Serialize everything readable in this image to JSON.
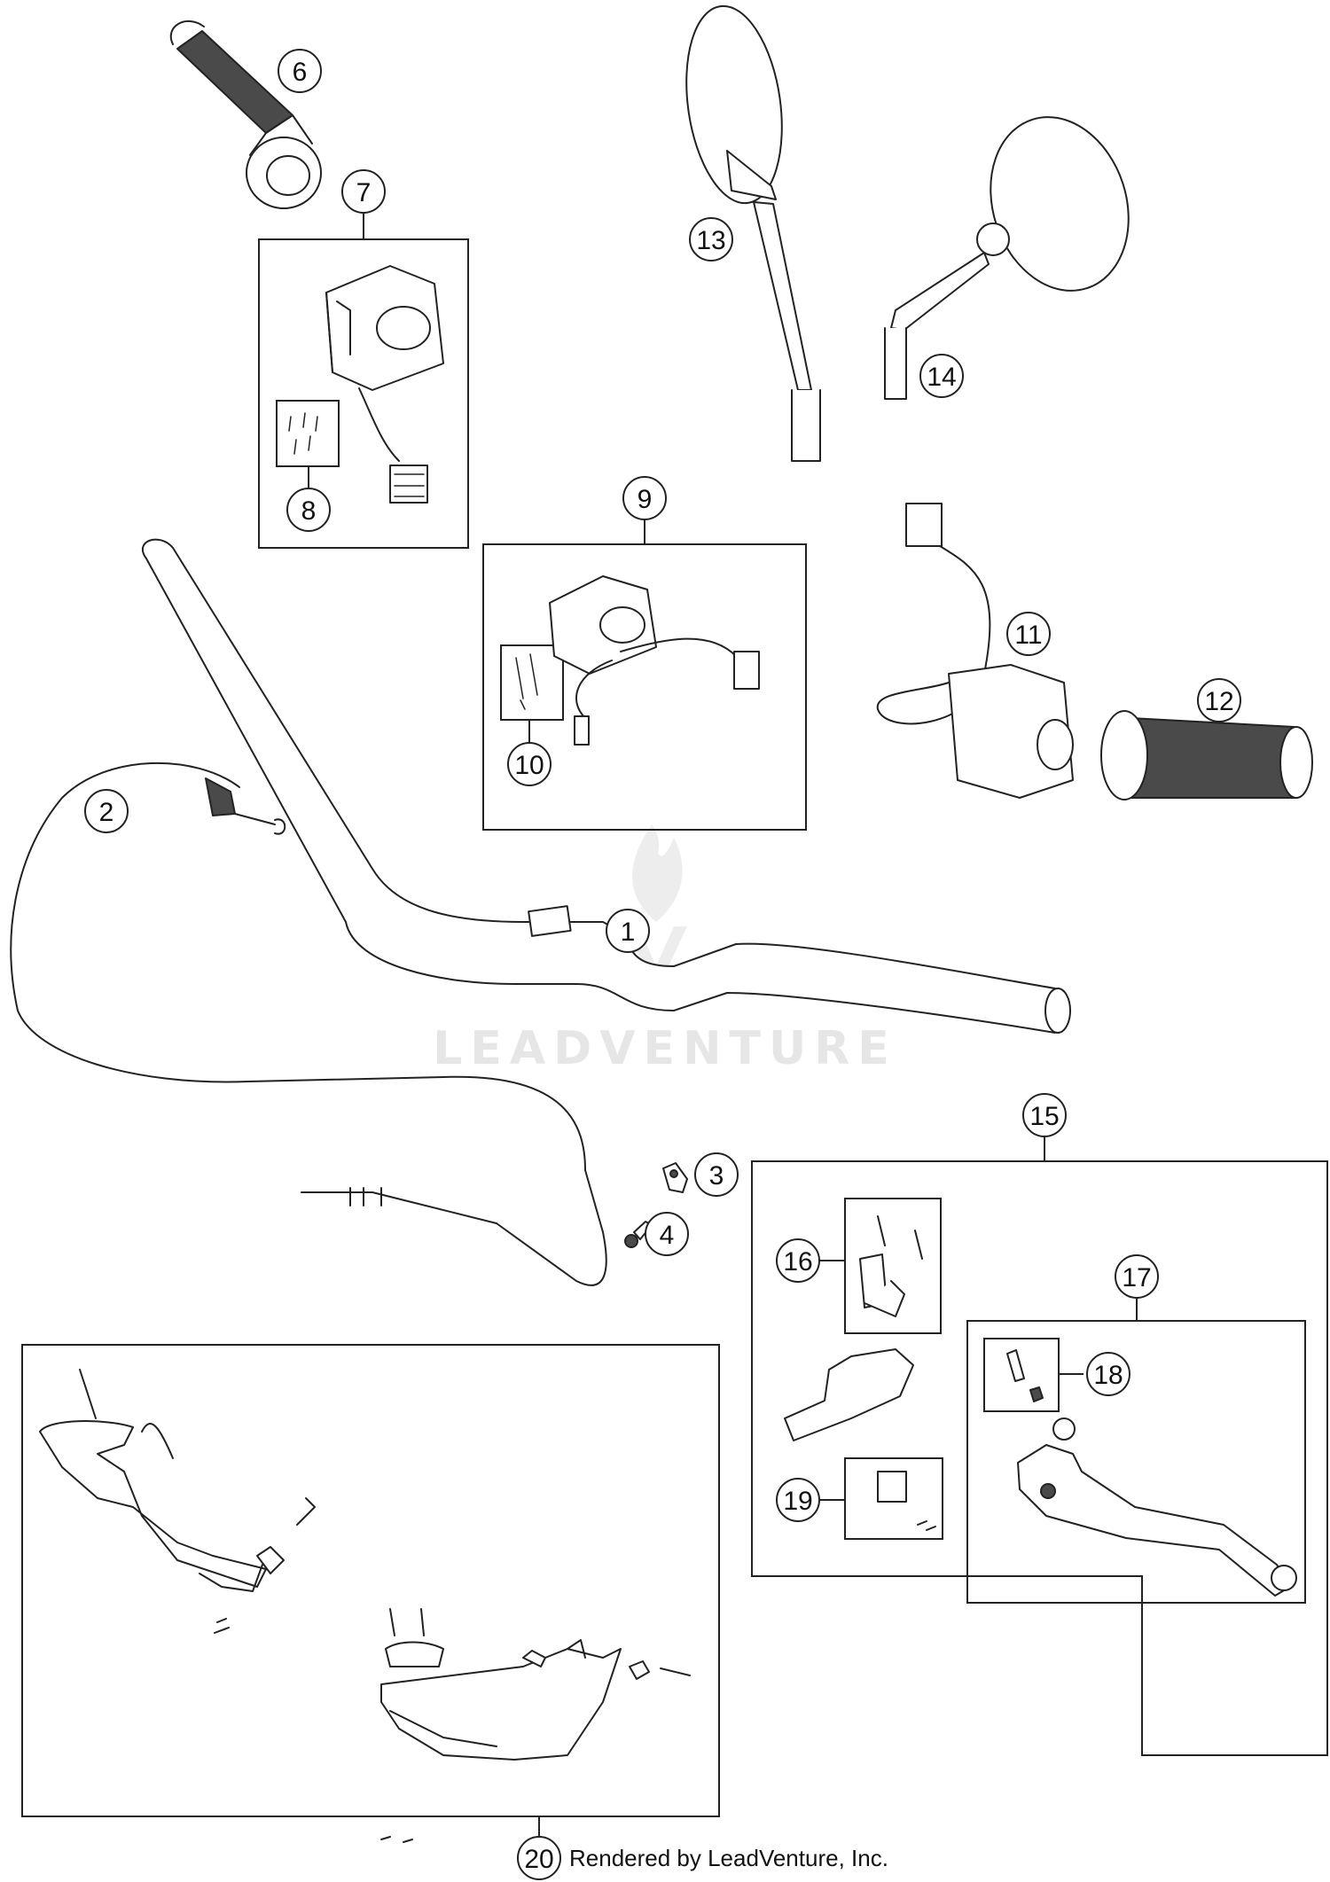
{
  "diagram": {
    "watermark": "LEADVENTURE",
    "footer": "Rendered by LeadVenture, Inc.",
    "callouts": [
      "1",
      "2",
      "3",
      "4",
      "6",
      "7",
      "8",
      "9",
      "10",
      "11",
      "12",
      "13",
      "14",
      "15",
      "16",
      "17",
      "18",
      "19",
      "20"
    ],
    "colors": {
      "line": "#222222",
      "part_fill": "#ffffff",
      "grip_fill": "#4a4a4a",
      "watermark": "#e6e6e6"
    }
  }
}
